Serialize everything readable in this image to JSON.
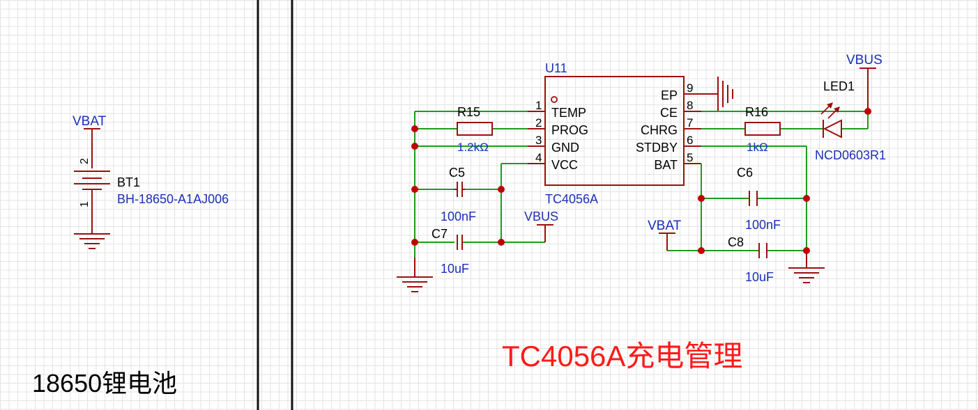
{
  "sections": {
    "battery_title": "18650锂电池",
    "charger_title": "TC4056A充电管理"
  },
  "battery": {
    "net": "VBAT",
    "designator": "BT1",
    "part": "BH-18650-A1AJ006",
    "pin_top": "2",
    "pin_bottom": "1"
  },
  "ic": {
    "designator": "U11",
    "part": "TC4056A",
    "left_pins": [
      {
        "num": "1",
        "name": "TEMP"
      },
      {
        "num": "2",
        "name": "PROG"
      },
      {
        "num": "3",
        "name": "GND"
      },
      {
        "num": "4",
        "name": "VCC"
      }
    ],
    "right_pins": [
      {
        "num": "9",
        "name": "EP"
      },
      {
        "num": "8",
        "name": "CE"
      },
      {
        "num": "7",
        "name": "CHRG"
      },
      {
        "num": "6",
        "name": "STDBY"
      },
      {
        "num": "5",
        "name": "BAT"
      }
    ]
  },
  "components": {
    "r15": {
      "ref": "R15",
      "value": "1.2kΩ"
    },
    "r16": {
      "ref": "R16",
      "value": "1kΩ"
    },
    "c5": {
      "ref": "C5",
      "value": "100nF"
    },
    "c7": {
      "ref": "C7",
      "value": "10uF"
    },
    "c6": {
      "ref": "C6",
      "value": "100nF"
    },
    "c8": {
      "ref": "C8",
      "value": "10uF"
    },
    "led1": {
      "ref": "LED1",
      "part": "NCD0603R1"
    }
  },
  "nets": {
    "vbus_led": "VBUS",
    "vbus_vcc": "VBUS",
    "vbat_out": "VBAT"
  },
  "colors": {
    "wire": "#1e9a1e",
    "symbol": "#9b0f0f",
    "junction": "#c00000",
    "label_blue": "#1a2fb8",
    "title_red": "#ff1a1a",
    "grid": "#e3e3e3"
  }
}
